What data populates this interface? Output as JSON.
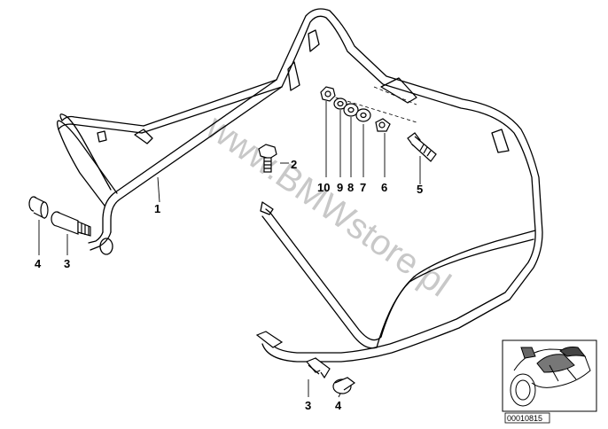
{
  "diagram": {
    "watermark": "www.BMWstore.pl",
    "doc_number": "00010815",
    "callouts": {
      "c1": "1",
      "c2": "2",
      "c3_left": "3",
      "c4_left": "4",
      "c3_bottom": "3",
      "c4_bottom": "4",
      "c5": "5",
      "c6": "6",
      "c7": "7",
      "c8": "8",
      "c9": "9",
      "c10": "10"
    },
    "thumbnail_icon": "motorcycle-icon"
  }
}
